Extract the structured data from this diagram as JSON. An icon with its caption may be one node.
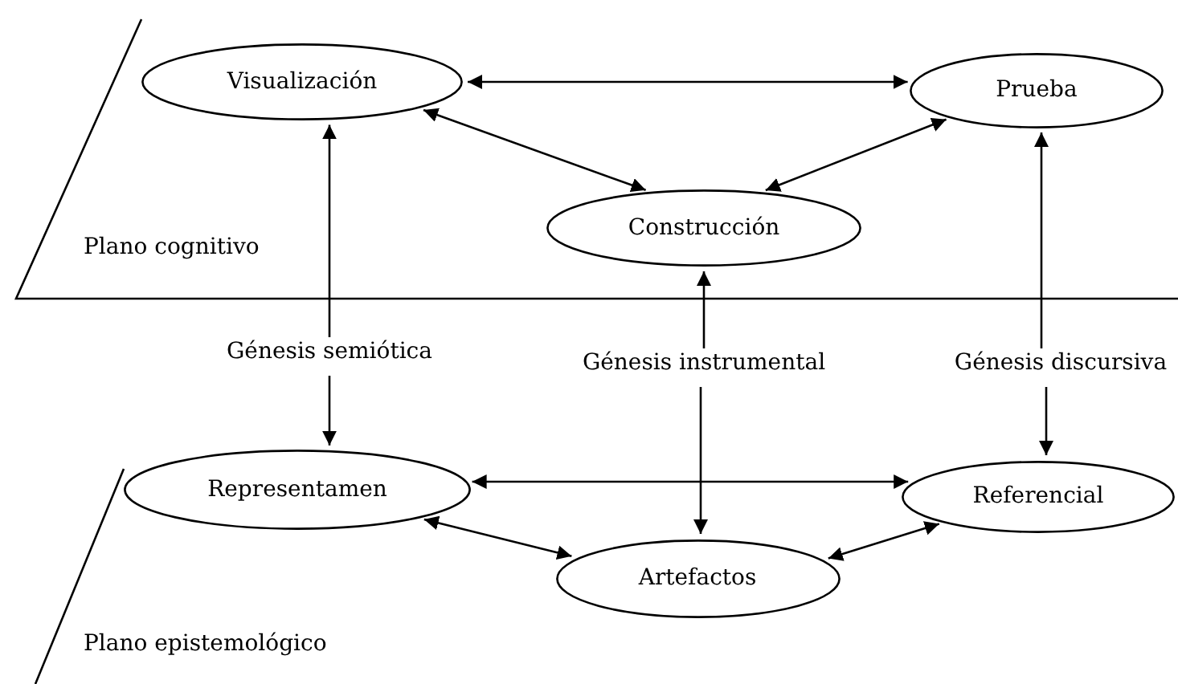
{
  "diagram": {
    "nodes": [
      {
        "text": [
          "Visualización"
        ]
      },
      {
        "text": [
          "Prueba"
        ]
      },
      {
        "text": [
          "Construcción"
        ]
      },
      {
        "text": [
          "Génesis semiótica"
        ]
      },
      {
        "text": [
          "Génesis instrumental"
        ]
      },
      {
        "text": [
          "Génesis discursiva"
        ]
      },
      {
        "text": [
          "Representamen"
        ]
      },
      {
        "text": [
          "Referencial"
        ]
      },
      {
        "text": [
          "Artefactos"
        ]
      }
    ],
    "edges": [
      {
        "from": 0,
        "to": 1,
        "arrow": "both"
      },
      {
        "from": 0,
        "to": 2,
        "arrow": "both"
      },
      {
        "from": 2,
        "to": 1,
        "arrow": "both"
      },
      {
        "from": 3,
        "to": 0,
        "arrow": "to"
      },
      {
        "from": 4,
        "to": 2,
        "arrow": "to"
      },
      {
        "from": 5,
        "to": 1,
        "arrow": "to"
      },
      {
        "from": 3,
        "to": 6,
        "arrow": "to"
      },
      {
        "from": 4,
        "to": 8,
        "arrow": "to"
      },
      {
        "from": 5,
        "to": 7,
        "arrow": "to"
      },
      {
        "from": 6,
        "to": 7,
        "arrow": "both"
      },
      {
        "from": 6,
        "to": 8,
        "arrow": "both"
      },
      {
        "from": 8,
        "to": 7,
        "arrow": "both"
      }
    ],
    "labels": [
      "Plano cognitivo",
      "Plano epistemológico"
    ]
  }
}
